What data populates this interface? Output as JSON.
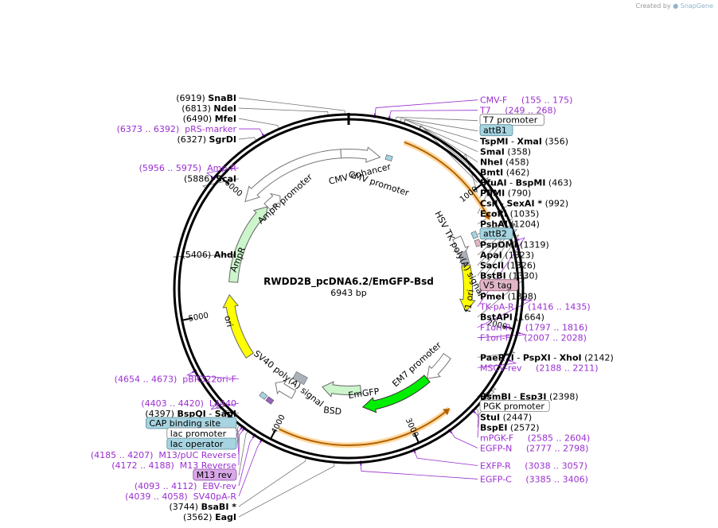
{
  "watermark": {
    "prefix": "Created by",
    "brand": "SnapGene"
  },
  "plasmid": {
    "name": "RWDD2B_pcDNA6.2/EmGFP-Bsd",
    "size": "6943 bp",
    "length": 6943
  },
  "colors": {
    "primer": "#9a2fd0",
    "orf": "#ffa500",
    "backbone": "#000000"
  },
  "ticks": [
    {
      "pos": 1000,
      "label": "1000"
    },
    {
      "pos": 2000,
      "label": "2000"
    },
    {
      "pos": 3000,
      "label": "3000"
    },
    {
      "pos": 4000,
      "label": "4000"
    },
    {
      "pos": 5000,
      "label": "5000"
    },
    {
      "pos": 6000,
      "label": "6000"
    }
  ],
  "site_labels": [
    {
      "pos": 6919,
      "side": "L",
      "parts": [
        "(6919) ",
        "SnaBI"
      ]
    },
    {
      "pos": 6813,
      "side": "L",
      "parts": [
        "(6813) ",
        "NdeI"
      ]
    },
    {
      "pos": 6490,
      "side": "L",
      "parts": [
        "(6490) ",
        "MfeI"
      ]
    },
    {
      "pos": 6327,
      "side": "L",
      "parts": [
        "(6327) ",
        "SgrDI"
      ]
    },
    {
      "pos": 5886,
      "side": "L",
      "parts": [
        "(5886) ",
        "ScaI"
      ]
    },
    {
      "pos": 5406,
      "side": "L",
      "parts": [
        "(5406) ",
        "AhdI"
      ]
    },
    {
      "pos": 4397,
      "side": "L",
      "parts": [
        "(4397) ",
        "BspQI",
        " - ",
        "SapI"
      ]
    },
    {
      "pos": 3744,
      "side": "L",
      "parts": [
        "(3744) ",
        "BsaBI *"
      ]
    },
    {
      "pos": 3562,
      "side": "L",
      "parts": [
        "(3562) ",
        "EagI"
      ]
    },
    {
      "pos": 356,
      "side": "R",
      "parts": [
        "TspMI",
        " - ",
        "XmaI",
        "  (356)"
      ]
    },
    {
      "pos": 358,
      "side": "R",
      "parts": [
        "SmaI",
        "  (358)"
      ]
    },
    {
      "pos": 458,
      "side": "R",
      "parts": [
        "NheI",
        "  (458)"
      ]
    },
    {
      "pos": 462,
      "side": "R",
      "parts": [
        "BmtI",
        "  (462)"
      ]
    },
    {
      "pos": 463,
      "side": "R",
      "parts": [
        "BfuAI",
        " - ",
        "BspMI",
        "  (463)"
      ]
    },
    {
      "pos": 790,
      "side": "R",
      "parts": [
        "PflMI",
        "  (790)"
      ]
    },
    {
      "pos": 992,
      "side": "R",
      "parts": [
        "CsiI",
        " - ",
        "SexAI *",
        "  (992)"
      ]
    },
    {
      "pos": 1035,
      "side": "R",
      "parts": [
        "EcoRI",
        "  (1035)"
      ]
    },
    {
      "pos": 1204,
      "side": "R",
      "parts": [
        "PshAI",
        "  (1204)"
      ]
    },
    {
      "pos": 1319,
      "side": "R",
      "parts": [
        "PspOMI",
        "  (1319)"
      ]
    },
    {
      "pos": 1323,
      "side": "R",
      "parts": [
        "ApaI",
        "  (1323)"
      ]
    },
    {
      "pos": 1326,
      "side": "R",
      "parts": [
        "SacII",
        "  (1326)"
      ]
    },
    {
      "pos": 1330,
      "side": "R",
      "parts": [
        "BstBI",
        "  (1330)"
      ]
    },
    {
      "pos": 1398,
      "side": "R",
      "parts": [
        "PmeI",
        "  (1398)"
      ]
    },
    {
      "pos": 1664,
      "side": "R",
      "parts": [
        "BstAPI",
        "  (1664)"
      ]
    },
    {
      "pos": 2142,
      "side": "R",
      "parts": [
        "PaeR7I",
        " - ",
        "PspXI",
        " - ",
        "XhoI",
        "  (2142)"
      ]
    },
    {
      "pos": 2398,
      "side": "R",
      "parts": [
        "BsmBI",
        " - ",
        "Esp3I",
        "  (2398)"
      ]
    },
    {
      "pos": 2447,
      "side": "R",
      "parts": [
        "StuI",
        "  (2447)"
      ]
    },
    {
      "pos": 2572,
      "side": "R",
      "parts": [
        "BspEI",
        "  (2572)"
      ]
    }
  ],
  "primer_labels": [
    {
      "pos": 165,
      "side": "R",
      "text": "CMV-F     (155 .. 175)"
    },
    {
      "pos": 258,
      "side": "R",
      "text": "T7     (249 .. 268)"
    },
    {
      "pos": 1425,
      "side": "R",
      "text": "TK-pA-R     (1416 .. 1435)"
    },
    {
      "pos": 1806,
      "side": "R",
      "text": "F1ori-R     (1797 .. 1816)"
    },
    {
      "pos": 2017,
      "side": "R",
      "text": "F1ori-F     (2007 .. 2028)"
    },
    {
      "pos": 2200,
      "side": "R",
      "text": "MSCV-rev     (2188 .. 2211)"
    },
    {
      "pos": 2594,
      "side": "R",
      "text": "mPGK-F     (2585 .. 2604)"
    },
    {
      "pos": 2787,
      "side": "R",
      "text": "EGFP-N     (2777 .. 2798)"
    },
    {
      "pos": 3047,
      "side": "R",
      "text": "EXFP-R     (3038 .. 3057)"
    },
    {
      "pos": 3395,
      "side": "R",
      "text": "EGFP-C     (3385 .. 3406)"
    },
    {
      "pos": 4048,
      "side": "L",
      "text": "(4039 .. 4058)  SV40pA-R"
    },
    {
      "pos": 4102,
      "side": "L",
      "text": "(4093 .. 4112)  EBV-rev"
    },
    {
      "pos": 4180,
      "side": "L",
      "text": "(4172 .. 4188)  M13 Reverse"
    },
    {
      "pos": 4196,
      "side": "L",
      "text": "(4185 .. 4207)  M13/pUC Reverse"
    },
    {
      "pos": 4411,
      "side": "L",
      "text": "(4403 .. 4420)  L4440"
    },
    {
      "pos": 4663,
      "side": "L",
      "text": "(4654 .. 4673)  pBR322ori-F"
    },
    {
      "pos": 5965,
      "side": "L",
      "text": "(5956 .. 5975)  Amp-R"
    },
    {
      "pos": 6382,
      "side": "L",
      "text": "(6373 .. 6392)  pRS-marker"
    }
  ],
  "boxed_labels": [
    {
      "pos": 300,
      "text": "T7 promoter",
      "fill": "#ffffff",
      "stroke": "#808080",
      "color": "#000000"
    },
    {
      "pos": 330,
      "text": "attB1",
      "fill": "#a6d4e0",
      "stroke": "#5a8a9a",
      "color": "#000000"
    },
    {
      "pos": 1290,
      "text": "attB2",
      "fill": "#a6d4e0",
      "stroke": "#5a8a9a",
      "color": "#000000"
    },
    {
      "pos": 1360,
      "text": "V5 tag",
      "fill": "#e0b6c6",
      "stroke": "#a06080",
      "color": "#000000"
    },
    {
      "pos": 2420,
      "text": "PGK promoter",
      "fill": "#ffffff",
      "stroke": "#808080",
      "color": "#000000"
    },
    {
      "pos": 4300,
      "text": "CAP binding site",
      "fill": "#a6d4e0",
      "stroke": "#5a8a9a",
      "color": "#000000"
    },
    {
      "pos": 4240,
      "text": "lac promoter",
      "fill": "#ffffff",
      "stroke": "#808080",
      "color": "#000000"
    },
    {
      "pos": 4215,
      "text": "lac operator",
      "fill": "#a6d4e0",
      "stroke": "#5a8a9a",
      "color": "#000000"
    },
    {
      "pos": 4150,
      "text": "M13 rev",
      "fill": "#d9a8e8",
      "stroke": "#8a50a0",
      "color": "#000000"
    }
  ],
  "features": [
    {
      "name": "CMV enhancer",
      "start": 5980,
      "end": 6880,
      "ring": 170,
      "dir": -1,
      "fill": "#ffffff",
      "stroke": "#777777"
    },
    {
      "name": "CMV promoter",
      "start": 6880,
      "end": 260,
      "ring": 170,
      "dir": 1,
      "fill": "#ffffff",
      "stroke": "#777777"
    },
    {
      "name": "AmpR promoter",
      "start": 6080,
      "end": 6240,
      "ring": 145,
      "dir": 1,
      "fill": "#ffffff",
      "stroke": "#777777"
    },
    {
      "name": "AmpR",
      "start": 5270,
      "end": 6080,
      "ring": 145,
      "dir": 1,
      "fill": "#ccf5cc",
      "stroke": "#666666"
    },
    {
      "name": "HSV TK poly(A) signal",
      "start": 1250,
      "end": 1420,
      "ring": 150,
      "dir": 1,
      "fill": "#ffffff",
      "stroke": "#777777"
    },
    {
      "name": "f1 ori",
      "start": 1520,
      "end": 1950,
      "ring": 150,
      "dir": 1,
      "fill": "#ffff00",
      "stroke": "#666666"
    },
    {
      "name": "EM7 promoter",
      "start": 2400,
      "end": 2680,
      "ring": 150,
      "dir": 1,
      "fill": "#ffffff",
      "stroke": "#777777"
    },
    {
      "name": "EmGFP",
      "start": 2680,
      "end": 3340,
      "ring": 150,
      "dir": 1,
      "fill": "#00ee00",
      "stroke": "#333333"
    },
    {
      "name": "BSD",
      "start": 3340,
      "end": 3760,
      "ring": 128,
      "dir": 1,
      "fill": "#ccf5cc",
      "stroke": "#666666"
    },
    {
      "name": "SV40 poly(A) signal",
      "start": 4000,
      "end": 4200,
      "ring": 150,
      "dir": 1,
      "fill": "#ffffff",
      "stroke": "#777777"
    },
    {
      "name": "ori",
      "start": 4550,
      "end": 5150,
      "ring": 150,
      "dir": 1,
      "fill": "#ffff00",
      "stroke": "#666666"
    }
  ],
  "feature_labels": [
    {
      "text": "CMV enhancer"
    },
    {
      "text": "CMV promoter"
    },
    {
      "text": "AmpR promoter"
    },
    {
      "text": "AmpR"
    },
    {
      "text": "HSV TK poly(A) signal"
    },
    {
      "text": "f1 ori"
    },
    {
      "text": "EM7 promoter"
    },
    {
      "text": "EmGFP"
    },
    {
      "text": "BSD"
    },
    {
      "text": "SV40 poly(A) signal"
    },
    {
      "text": "ori"
    }
  ],
  "orf_arcs": [
    {
      "start": 400,
      "end": 1230,
      "dir": 1
    },
    {
      "start": 2700,
      "end": 3980,
      "dir": -1
    }
  ]
}
